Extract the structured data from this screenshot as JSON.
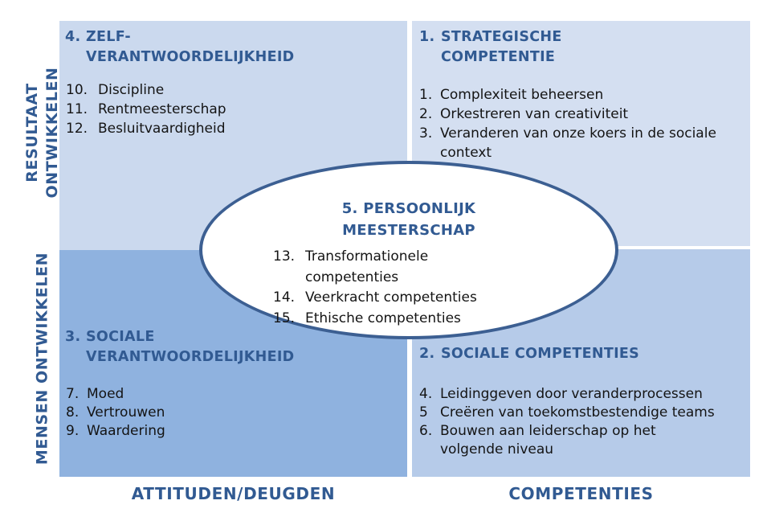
{
  "colors": {
    "quadrant_top_left_bg": "#cbd9ee",
    "quadrant_top_right_bg": "#d4dff1",
    "quadrant_bottom_left_bg": "#8fb2df",
    "quadrant_bottom_right_bg": "#b6cbe9",
    "heading_blue": "#315a92",
    "ellipse_border_blue": "#3c5f92",
    "body_text": "#141414"
  },
  "side_axis": {
    "top_label_lines": [
      "RESULTAAT",
      "ONTWIKKELEN"
    ],
    "bottom_label_lines": [
      "MENSEN ONTWIKKELEN"
    ]
  },
  "bottom_axis": {
    "left_label": "ATTITUDEN/DEUGDEN",
    "right_label": "COMPETENTIES"
  },
  "quadrants": {
    "top_left": {
      "heading": {
        "num": "4.",
        "lines": [
          "ZELF-",
          "VERANTWOORDELIJKHEID"
        ]
      },
      "items": [
        {
          "num": "10.",
          "lines": [
            "Discipline"
          ]
        },
        {
          "num": "11.",
          "lines": [
            "Rentmeesterschap"
          ]
        },
        {
          "num": "12.",
          "lines": [
            "Besluitvaardigheid"
          ]
        }
      ]
    },
    "top_right": {
      "heading": {
        "num": "1.",
        "lines": [
          "STRATEGISCHE",
          "COMPETENTIE"
        ]
      },
      "items": [
        {
          "num": "1.",
          "lines": [
            "Complexiteit beheersen"
          ]
        },
        {
          "num": "2.",
          "lines": [
            "Orkestreren van creativiteit"
          ]
        },
        {
          "num": "3.",
          "lines": [
            "Veranderen van onze koers in de sociale",
            "context"
          ]
        }
      ]
    },
    "bottom_left": {
      "heading": {
        "num": "3.",
        "lines": [
          "SOCIALE",
          "VERANTWOORDELIJKHEID"
        ]
      },
      "items": [
        {
          "num": "7.",
          "lines": [
            "Moed"
          ]
        },
        {
          "num": "8.",
          "lines": [
            "Vertrouwen"
          ]
        },
        {
          "num": "9.",
          "lines": [
            "Waardering"
          ]
        }
      ]
    },
    "bottom_right": {
      "heading": {
        "num": "2.",
        "lines": [
          "SOCIALE COMPETENTIES"
        ]
      },
      "items": [
        {
          "num": "4.",
          "lines": [
            "Leidinggeven door veranderprocessen"
          ]
        },
        {
          "num": "5",
          "lines": [
            "Creëren van toekomstbestendige teams"
          ]
        },
        {
          "num": "6.",
          "lines": [
            "Bouwen aan leiderschap op het",
            "volgende niveau"
          ]
        }
      ]
    }
  },
  "center_ellipse": {
    "heading_lines": [
      "5. PERSOONLIJK",
      "MEESTERSCHAP"
    ],
    "items": [
      {
        "num": "13.",
        "lines": [
          "Transformationele",
          "competenties"
        ]
      },
      {
        "num": "14.",
        "lines": [
          "Veerkracht competenties"
        ]
      },
      {
        "num": "15.",
        "lines": [
          "Ethische competenties"
        ]
      }
    ]
  }
}
